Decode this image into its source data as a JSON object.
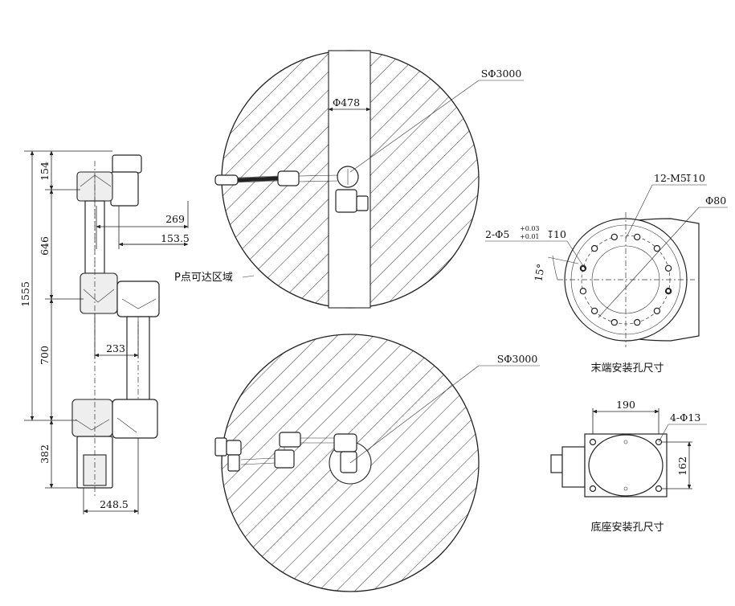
{
  "side_view": {
    "dim_total": "1555",
    "dim_upper_offset": "154",
    "dim_upper_arm": "646",
    "dim_forearm": "700",
    "dim_base": "382",
    "dim_wrist_offset_1": "269",
    "dim_wrist_offset_2": "153.5",
    "dim_elbow_offset": "233",
    "dim_base_width": "248.5"
  },
  "workspace_top": {
    "sphere_label": "SΦ3000",
    "column_label": "Φ478",
    "reach_label": "P点可达区域"
  },
  "workspace_bottom": {
    "sphere_label": "SΦ3000"
  },
  "end_flange": {
    "label_tapped": "12-M5",
    "label_tapped_depth": "10",
    "label_diameter": "Φ80",
    "label_pin": "2-Φ5",
    "label_tol_upper": "+0.03",
    "label_tol_lower": "+0.01",
    "label_pin_depth": "10",
    "label_angle": "15°",
    "caption": "末端安装孔尺寸"
  },
  "base_mount": {
    "dim_width": "190",
    "dim_height": "162",
    "label_holes": "4-Φ13",
    "caption": "底座安装孔尺寸"
  },
  "colors": {
    "line": "#222222",
    "hatch": "#333333",
    "background": "#ffffff"
  }
}
